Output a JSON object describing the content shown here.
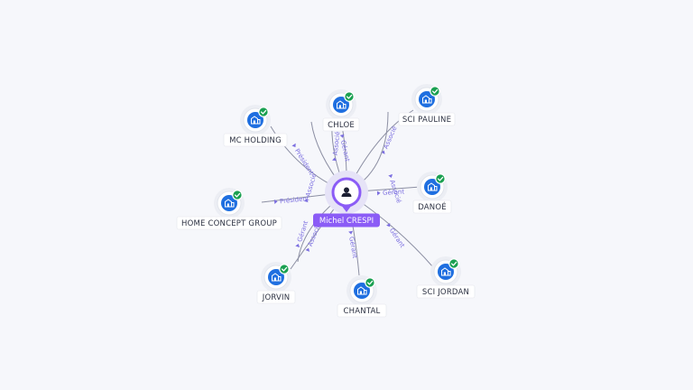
{
  "center": {
    "label": "Michel CRESPI",
    "icon": "person-icon"
  },
  "nodes": [
    {
      "id": "mc-holding",
      "label": "MC HOLDING",
      "icon": "building-icon",
      "status": "verified-check-icon"
    },
    {
      "id": "chloe",
      "label": "CHLOE",
      "icon": "building-icon",
      "status": "verified-check-icon"
    },
    {
      "id": "sci-pauline",
      "label": "SCI PAULINE",
      "icon": "building-icon",
      "status": "verified-check-icon"
    },
    {
      "id": "home-concept-group",
      "label": "HOME CONCEPT GROUP",
      "icon": "building-icon",
      "status": "verified-check-icon"
    },
    {
      "id": "danoe",
      "label": "DANOÉ",
      "icon": "building-icon",
      "status": "verified-check-icon"
    },
    {
      "id": "jorvin",
      "label": "JORVIN",
      "icon": "building-icon",
      "status": "verified-check-icon"
    },
    {
      "id": "chantal",
      "label": "CHANTAL",
      "icon": "building-icon",
      "status": "verified-check-icon"
    },
    {
      "id": "sci-jordan",
      "label": "SCI JORDAN",
      "icon": "building-icon",
      "status": "verified-check-icon"
    }
  ],
  "edges": [
    {
      "target": "mc-holding",
      "label": "Président"
    },
    {
      "target": "mc-holding",
      "label": "Associé"
    },
    {
      "target": "chloe",
      "label": "Gérant"
    },
    {
      "target": "chloe",
      "label": "Associé"
    },
    {
      "target": "sci-pauline",
      "label": "Associé"
    },
    {
      "target": "sci-pauline",
      "label": "Associé"
    },
    {
      "target": "home-concept-group",
      "label": "Président"
    },
    {
      "target": "danoe",
      "label": "Gérant"
    },
    {
      "target": "jorvin",
      "label": "Gérant"
    },
    {
      "target": "jorvin",
      "label": "Associé"
    },
    {
      "target": "chantal",
      "label": "Gérant"
    },
    {
      "target": "sci-jordan",
      "label": "Gérant"
    }
  ],
  "colors": {
    "accent": "#8b5cf6",
    "node_blue": "#1f6fe0",
    "verified_green": "#1aa051",
    "edge_label": "#7b6ee0"
  }
}
